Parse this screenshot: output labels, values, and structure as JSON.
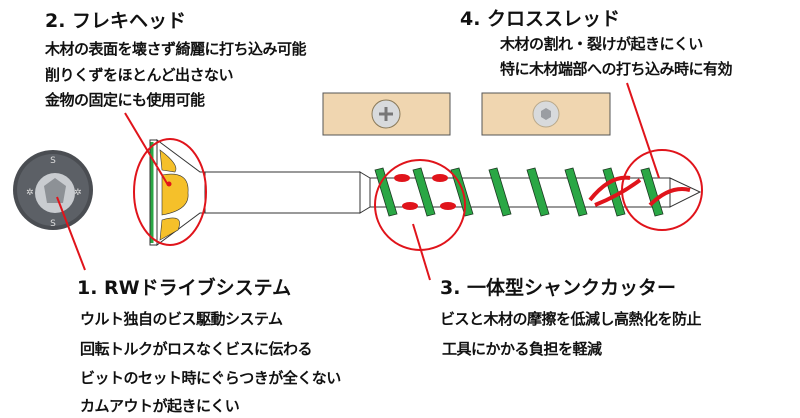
{
  "features": [
    {
      "title": "1. RWドライブシステム",
      "lines": [
        "ウルト独自のビス駆動システム",
        "回転トルクがロスなくビスに伝わる",
        "ビットのセット時にぐらつきが全くない",
        "カムアウトが起きにくい"
      ]
    },
    {
      "title": "2. フレキヘッド",
      "lines": [
        "木材の表面を壊さず綺麗に打ち込み可能",
        "削りくずをほとんど出さない",
        "金物の固定にも使用可能"
      ]
    },
    {
      "title": "3. 一体型シャンクカッター",
      "lines": [
        "ビスと木材の摩擦を低減し高熱化を防止",
        "工具にかかる負担を軽減"
      ]
    },
    {
      "title": "4. クロススレッド",
      "lines": [
        "木材の割れ・裂けが起きにくい",
        "特に木材端部への打ち込み時に有効"
      ]
    }
  ],
  "colors": {
    "annotation": "#e0141b",
    "thread": "#2aa745",
    "cutter": "#e0141b",
    "head": "#f5c02a",
    "wood": "#f0d6b0"
  }
}
